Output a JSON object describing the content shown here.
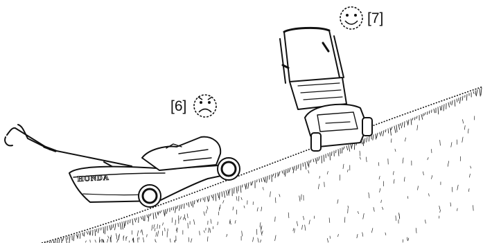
{
  "callouts": {
    "bad": "[6]",
    "good": "[7]"
  },
  "brand": {
    "mower_logo": "HONDA"
  },
  "icons": {
    "bad": "sad-face-icon",
    "good": "happy-face-icon"
  },
  "colors": {
    "ink": "#111111",
    "background": "#ffffff"
  }
}
